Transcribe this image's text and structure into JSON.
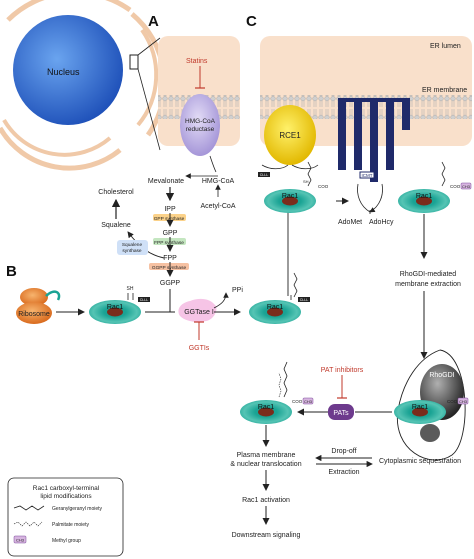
{
  "panels": {
    "a": "A",
    "b": "B",
    "c": "C"
  },
  "organelles": {
    "nucleus": "Nucleus",
    "er_lumen": "ER lumen",
    "er_membrane": "ER membrane"
  },
  "pathway": {
    "statins": "Statins",
    "hmgcoa_line1": "HMG-CoA",
    "hmgcoa_line2": "reductase",
    "mevalonate": "Mevalonate",
    "hmgcoa": "HMG-CoA",
    "acetyl_coa": "Acetyl-CoA",
    "cholesterol": "Cholesterol",
    "squalene": "Squalene",
    "ipp": "IPP",
    "gpp_synthase": "GPP synthase",
    "gpp": "GPP",
    "fpp_synthase": "FPP synthase",
    "squalene_synthase_1": "Squalene",
    "squalene_synthase_2": "synthase",
    "fpp": "FPP",
    "ggpp_synthase": "GGPP synthase",
    "ggpp": "GGPP"
  },
  "prenylation": {
    "ribosome": "Ribosome",
    "ggtase": "GGTase I",
    "ppi": "PPi",
    "ggtis": "GGTIs",
    "rac1": "Rac1",
    "sh": "SH",
    "caax": "CLLL",
    "coo": "COO"
  },
  "processing": {
    "rce1": "RCE1",
    "icmt": "ICMT",
    "adomet": "AdoMet",
    "adohcy": "AdoHcy",
    "cooch3": "COO",
    "ch3": "CH3",
    "rhogdi_text_1": "RhoGDI-mediated",
    "rhogdi_text_2": "membrane extraction",
    "rhogdi": "RhoGDI",
    "pat_inhibitors": "PAT inhibitors",
    "pats": "PATs",
    "plasma_1": "Plasma membrane",
    "plasma_2": "& nuclear translocation",
    "dropoff": "Drop-off",
    "extraction": "Extraction",
    "cyto": "Cytoplasmic sequestration",
    "activation": "Rac1 activation",
    "downstream": "Downstream signaling"
  },
  "legend": {
    "title_1": "Rac1 carboxyl-terminal",
    "title_2": "lipid modifications",
    "gg": "Geranylgeranyl moiety",
    "palm": "Palmitate moiety",
    "methyl": "Methyl group"
  }
}
